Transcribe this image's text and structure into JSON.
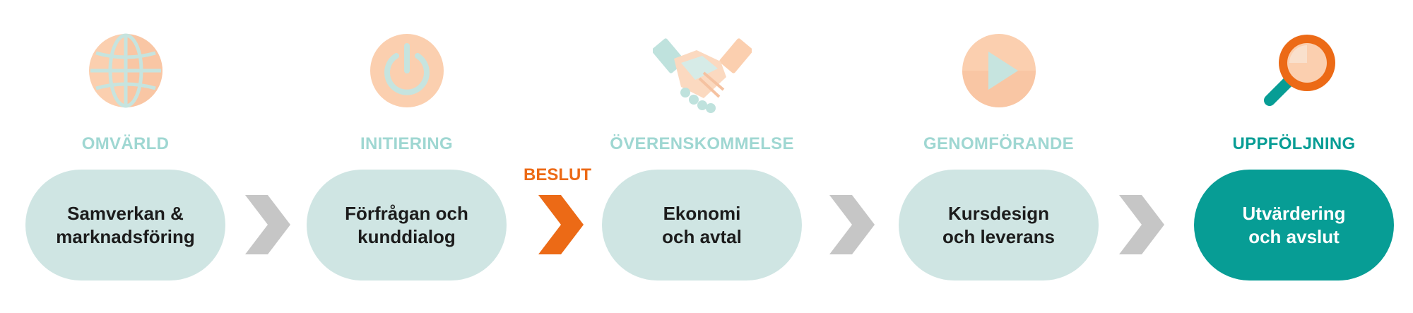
{
  "decision_label": "BESLUT",
  "colors": {
    "pill": "#cfe5e3",
    "pill_final": "#079d95",
    "label_teal_light": "#9fd7d2",
    "label_teal_dark": "#079d95",
    "arrow_gray": "#c6c6c6",
    "arrow_orange": "#ec6a16",
    "icon_peach": "#fbcfaf",
    "icon_mint": "#bfe2dd"
  },
  "steps": [
    {
      "label": "OMVÄRLD",
      "icon": "globe-icon",
      "line1": "Samverkan &",
      "line2": "marknadsföring"
    },
    {
      "label": "INITIERING",
      "icon": "power-icon",
      "line1": "Förfrågan och",
      "line2": "kunddialog"
    },
    {
      "label": "ÖVERENSKOMMELSE",
      "icon": "handshake-icon",
      "line1": "Ekonomi",
      "line2": "och avtal"
    },
    {
      "label": "GENOMFÖRANDE",
      "icon": "play-icon",
      "line1": "Kursdesign",
      "line2": "och leverans"
    },
    {
      "label": "UPPFÖLJNING",
      "icon": "magnifier-icon",
      "line1": "Utvärdering",
      "line2": "och avslut"
    }
  ]
}
